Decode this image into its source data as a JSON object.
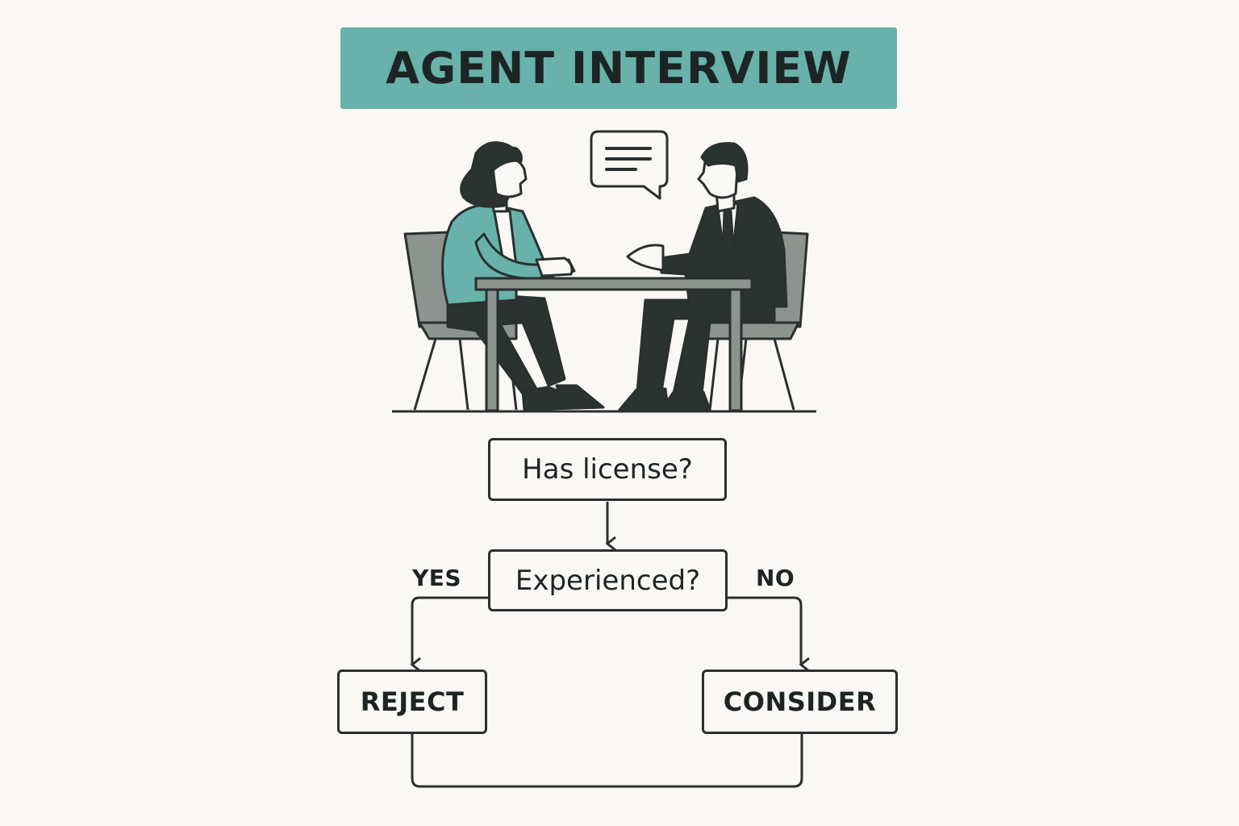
{
  "title": "AGENT INTERVIEW",
  "colors": {
    "accent": "#68b2ab",
    "ink": "#2a2f2f",
    "suit": "#2b3331",
    "chair": "#8d938f",
    "paper": "#faf8f4"
  },
  "nodes": {
    "has_license": "Has license?",
    "experienced": "Experienced?",
    "reject": "REJECT",
    "consider": "CONSIDER"
  },
  "branches": {
    "yes": "YES",
    "no": "NO"
  },
  "icons": [
    "speech-bubble-icon",
    "woman-interviewer-figure",
    "man-candidate-figure",
    "table",
    "chair"
  ]
}
